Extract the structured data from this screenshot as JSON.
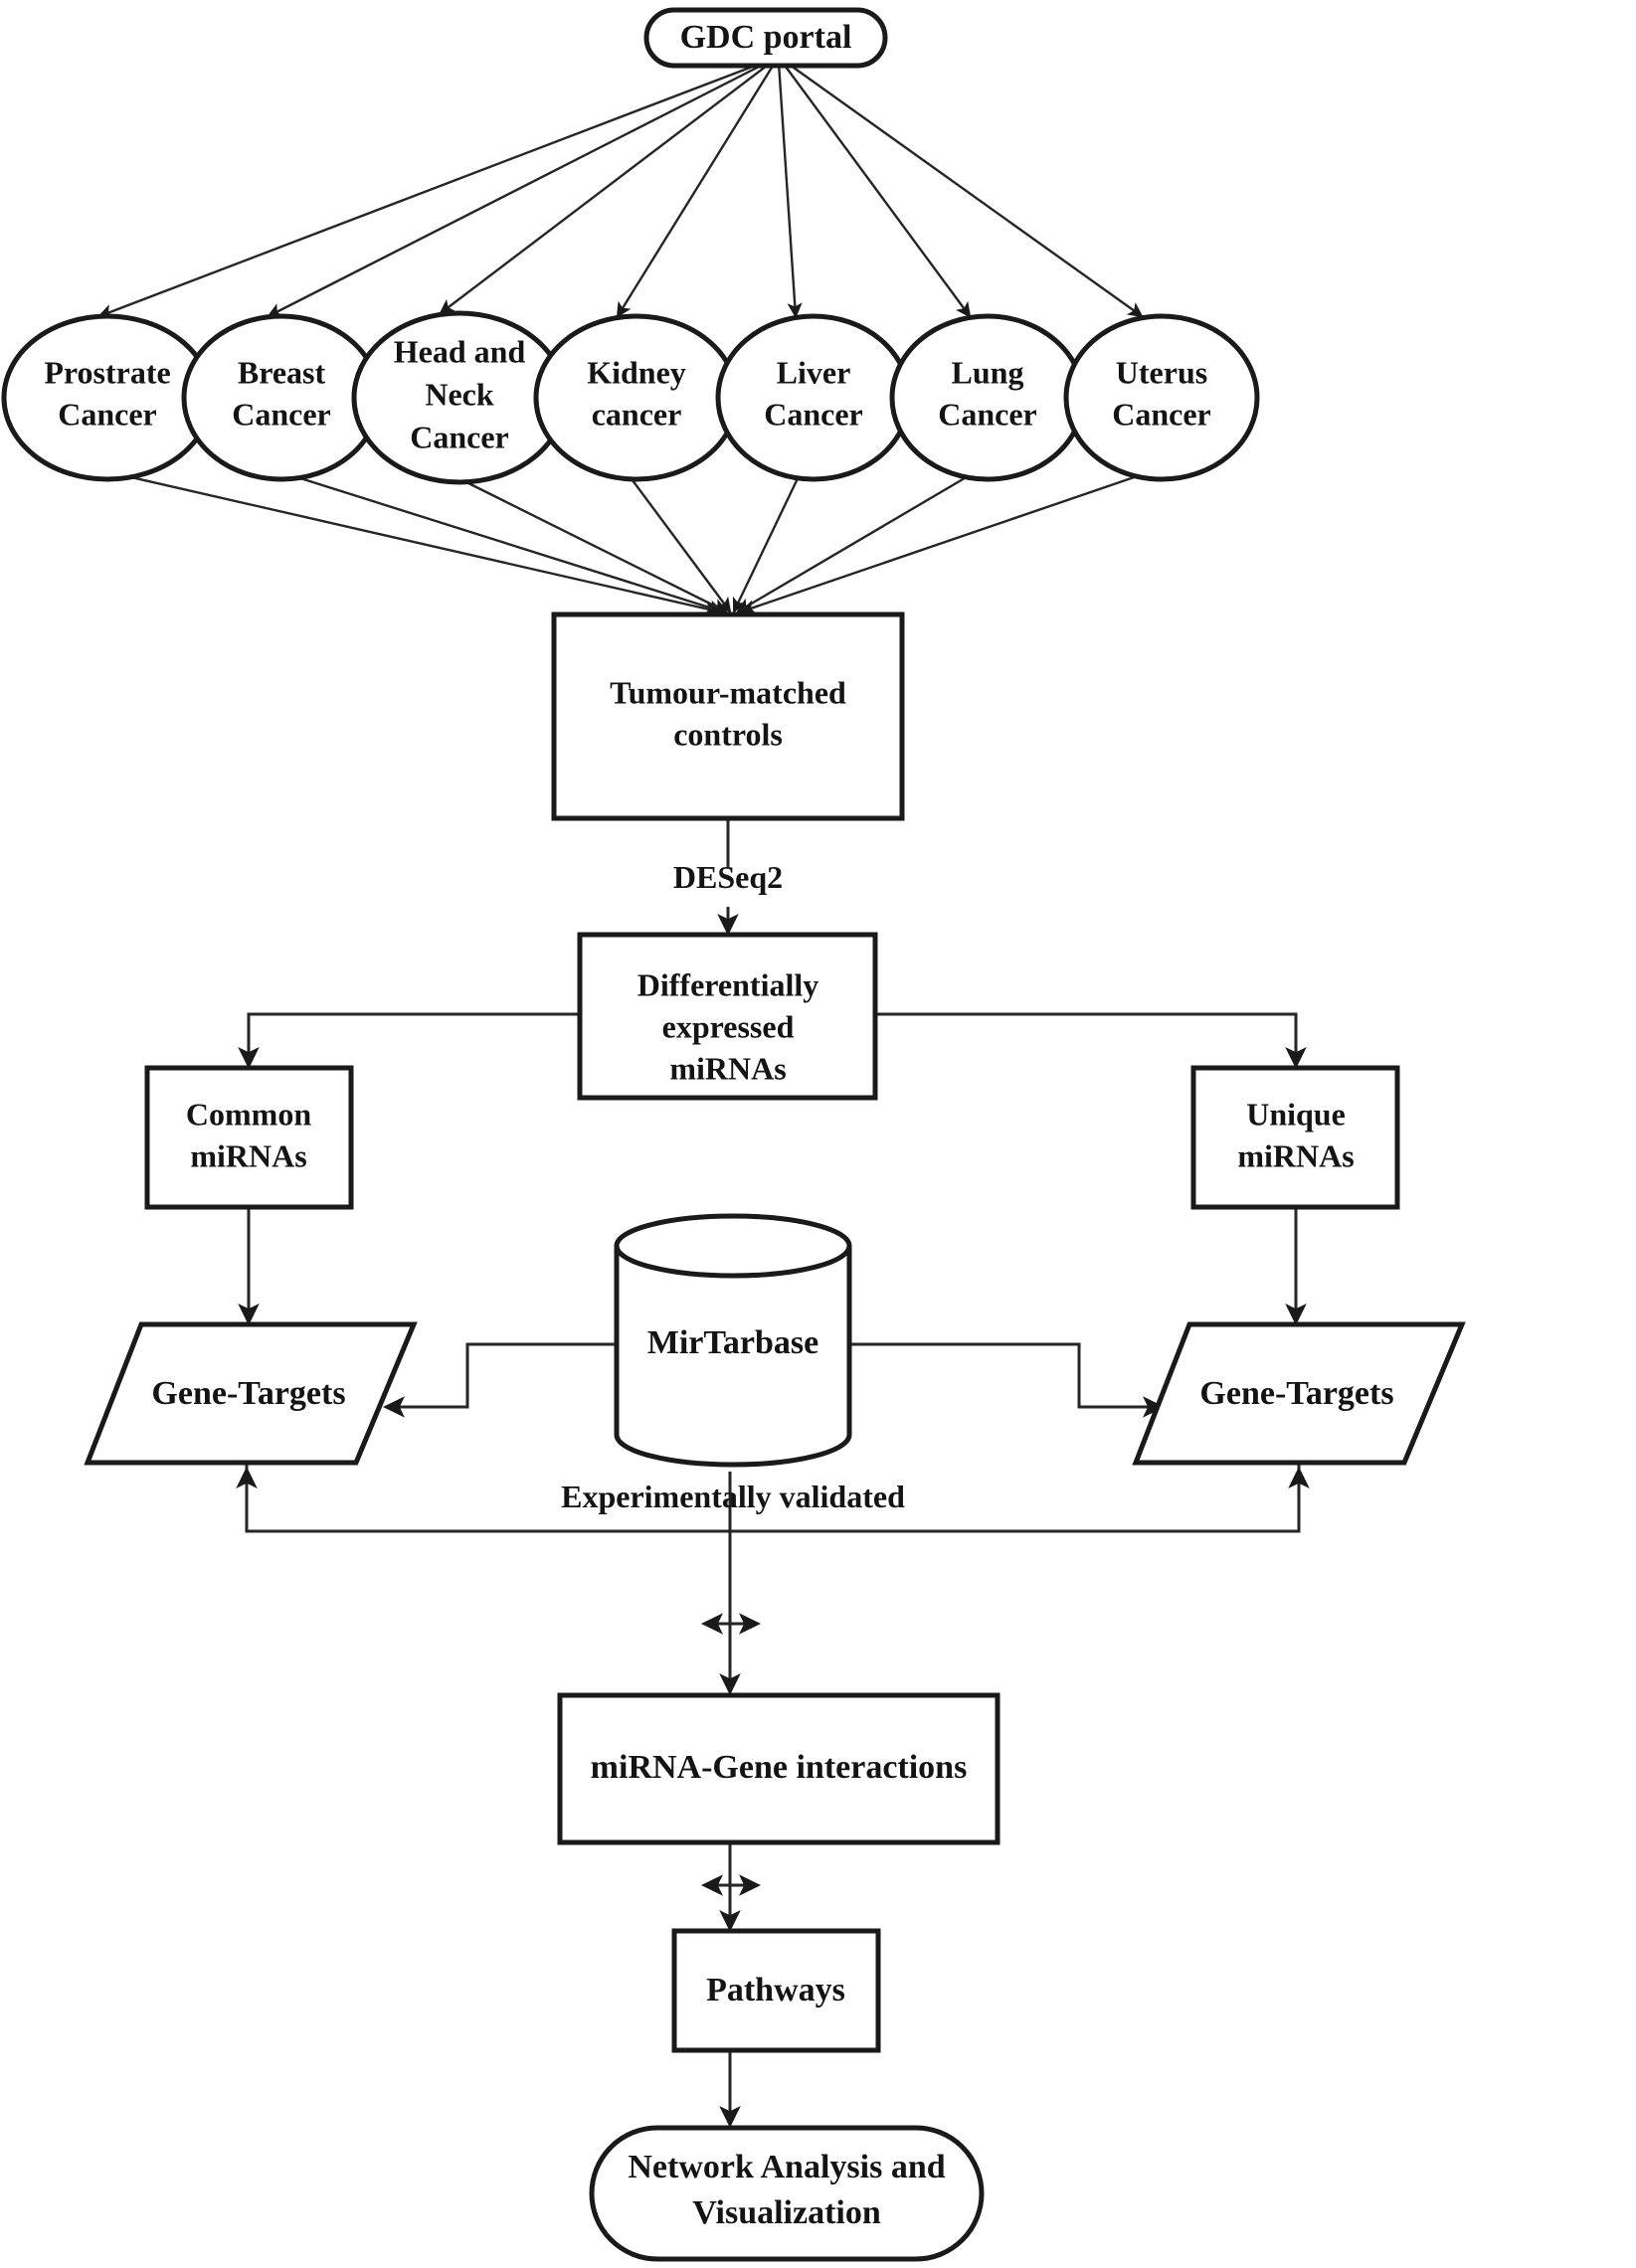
{
  "diagram": {
    "title": "miRNA analysis workflow flowchart",
    "colors": {
      "stroke": "#1a1a1a",
      "edge": "#262626",
      "fill": "#ffffff",
      "text": "#141414"
    },
    "source_node": {
      "label": "GDC portal",
      "shape": "stadium"
    },
    "cancer_types": [
      {
        "id": "prostrate",
        "lines": [
          "Prostrate",
          "Cancer"
        ],
        "shape": "ellipse"
      },
      {
        "id": "breast",
        "lines": [
          "Breast",
          "Cancer"
        ],
        "shape": "ellipse"
      },
      {
        "id": "head-neck",
        "lines": [
          "Head and",
          "Neck",
          "Cancer"
        ],
        "shape": "ellipse"
      },
      {
        "id": "kidney",
        "lines": [
          "Kidney",
          "cancer"
        ],
        "shape": "ellipse"
      },
      {
        "id": "liver",
        "lines": [
          "Liver",
          "Cancer"
        ],
        "shape": "ellipse"
      },
      {
        "id": "lung",
        "lines": [
          "Lung",
          "Cancer"
        ],
        "shape": "ellipse"
      },
      {
        "id": "uterus",
        "lines": [
          "Uterus",
          "Cancer"
        ],
        "shape": "ellipse"
      }
    ],
    "nodes": {
      "tumour_controls": {
        "lines": [
          "Tumour-matched",
          "controls"
        ],
        "shape": "rectangle"
      },
      "de_mirnas": {
        "lines": [
          "Differentially",
          "expressed",
          "miRNAs"
        ],
        "shape": "rectangle"
      },
      "common_mirnas": {
        "lines": [
          "Common",
          "miRNAs"
        ],
        "shape": "rectangle"
      },
      "unique_mirnas": {
        "lines": [
          "Unique",
          "miRNAs"
        ],
        "shape": "rectangle"
      },
      "gene_targets_left": {
        "lines": [
          "Gene-Targets"
        ],
        "shape": "parallelogram"
      },
      "gene_targets_right": {
        "lines": [
          "Gene-Targets"
        ],
        "shape": "parallelogram"
      },
      "mirtarbase": {
        "lines": [
          "MirTarbase"
        ],
        "shape": "cylinder"
      },
      "mirna_gene_interactions": {
        "lines": [
          "miRNA-Gene interactions"
        ],
        "shape": "rectangle"
      },
      "pathways": {
        "lines": [
          "Pathways"
        ],
        "shape": "rectangle"
      },
      "network_analysis": {
        "lines": [
          "Network Analysis and",
          "Visualization"
        ],
        "shape": "stadium"
      }
    },
    "edge_labels": {
      "deseq2": "DESeq2",
      "experimentally_validated": "Experimentally validated"
    }
  }
}
